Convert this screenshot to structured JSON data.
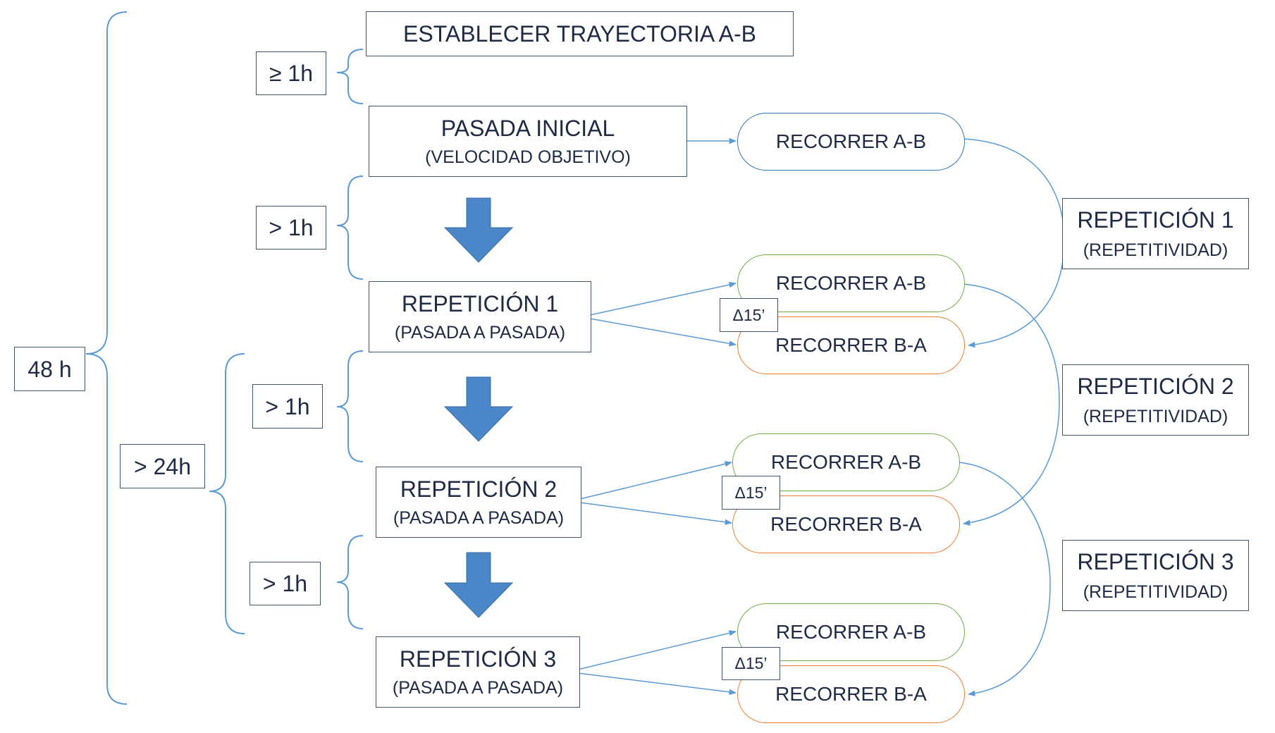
{
  "colors": {
    "box_border": "#44546a",
    "text": "#1f2a44",
    "connector_blue": "#5b9bd5",
    "arrow_fill": "#4a86c8",
    "pill_blue": "#2e75b6",
    "pill_green": "#70ad47",
    "pill_orange": "#ed7d31"
  },
  "steps": {
    "establecer": "ESTABLECER TRAYECTORIA A-B",
    "pasada_inicial": {
      "title": "PASADA INICIAL",
      "subtitle": "(VELOCIDAD OBJETIVO)"
    },
    "rep1": {
      "title": "REPETICIÓN 1",
      "subtitle": "(PASADA A PASADA)"
    },
    "rep2": {
      "title": "REPETICIÓN 2",
      "subtitle": "(PASADA A PASADA)"
    },
    "rep3": {
      "title": "REPETICIÓN 3",
      "subtitle": "(PASADA A PASADA)"
    }
  },
  "times": {
    "total": "48 h",
    "gte1h": "≥ 1h",
    "gt1h_a": "> 1h",
    "gt1h_b": "> 1h",
    "gt1h_c": "> 1h",
    "gt24h": "> 24h"
  },
  "runs": {
    "initial_ab": "RECORRER A-B",
    "r1_ab": "RECORRER A-B",
    "r1_ba": "RECORRER B-A",
    "r2_ab": "RECORRER A-B",
    "r2_ba": "RECORRER B-A",
    "r3_ab": "RECORRER A-B",
    "r3_ba": "RECORRER B-A"
  },
  "delta": {
    "d1": "Δ15’",
    "d2": "Δ15’",
    "d3": "Δ15’"
  },
  "repetibilidad": {
    "r1": {
      "title": "REPETICIÓN 1",
      "subtitle": "(REPETITIVIDAD)"
    },
    "r2": {
      "title": "REPETICIÓN 2",
      "subtitle": "(REPETITIVIDAD)"
    },
    "r3": {
      "title": "REPETICIÓN 3",
      "subtitle": "(REPETITIVIDAD)"
    }
  }
}
